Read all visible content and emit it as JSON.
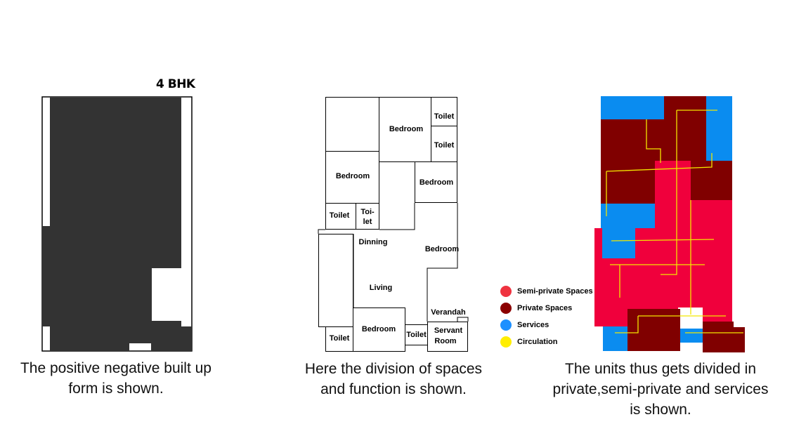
{
  "title": "4 BHK",
  "captions": {
    "left": [
      "The positive negative built up",
      "form is shown."
    ],
    "middle": [
      "Here the division of spaces",
      "and function is shown."
    ],
    "right": [
      "The units thus gets divided in",
      "private,semi-private and services",
      "is shown."
    ]
  },
  "rooms": {
    "bedroom_top": "Bedroom",
    "toilet_top1": "Toilet",
    "toilet_top2": "Toilet",
    "bedroom_left": "Bedroom",
    "bedroom_right_upper": "Bedroom",
    "toilet_mid": "Toilet",
    "toilet_mid2_line1": "Toi-",
    "toilet_mid2_line2": "let",
    "dinning": "Dinning",
    "bedroom_right_lower": "Bedroom",
    "living": "Living",
    "verandah": "Verandah",
    "bedroom_bottom": "Bedroom",
    "toilet_bottom_left": "Toilet",
    "toilet_bottom_mid": "Toilet",
    "servant_line1": "Servant",
    "servant_line2": "Room"
  },
  "legend": [
    {
      "label": "Semi-private Spaces",
      "color": "#ef3340"
    },
    {
      "label": "Private Spaces",
      "color": "#8b0000"
    },
    {
      "label": "Services",
      "color": "#1e90ff"
    },
    {
      "label": "Circulation",
      "color": "#ffee00"
    }
  ],
  "colors": {
    "built": "#333333",
    "semi_private": "#f0003c",
    "private": "#800000",
    "services": "#0a8cf0",
    "circulation": "#f2e600"
  }
}
